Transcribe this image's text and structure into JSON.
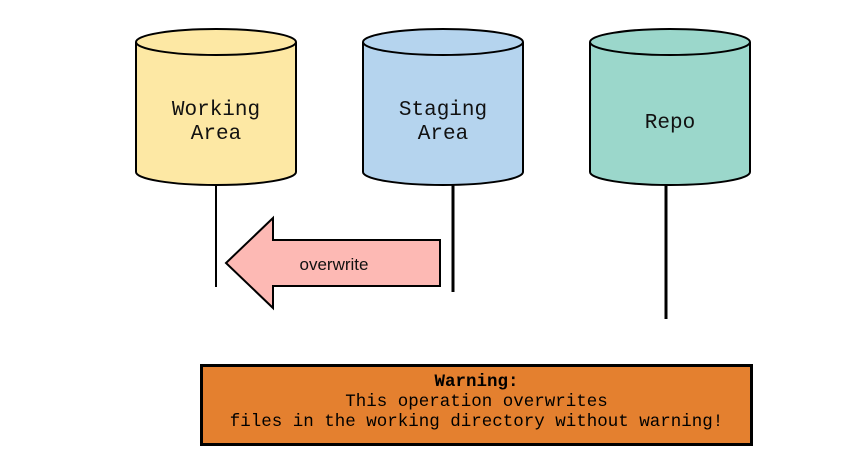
{
  "stores": [
    {
      "id": "working",
      "lines": [
        "Working",
        "Area"
      ],
      "fill": "#fde8a4"
    },
    {
      "id": "staging",
      "lines": [
        "Staging",
        "Area"
      ],
      "fill": "#b5d4ee"
    },
    {
      "id": "repo",
      "lines": [
        "Repo"
      ],
      "fill": "#9bd7cb"
    }
  ],
  "arrow": {
    "label": "overwrite",
    "fill": "#fdb9b4",
    "direction": "left"
  },
  "warning": {
    "title": "Warning:",
    "line1": "This operation overwrites",
    "line2": "files in the working directory without warning!",
    "fill": "#e4802f"
  }
}
